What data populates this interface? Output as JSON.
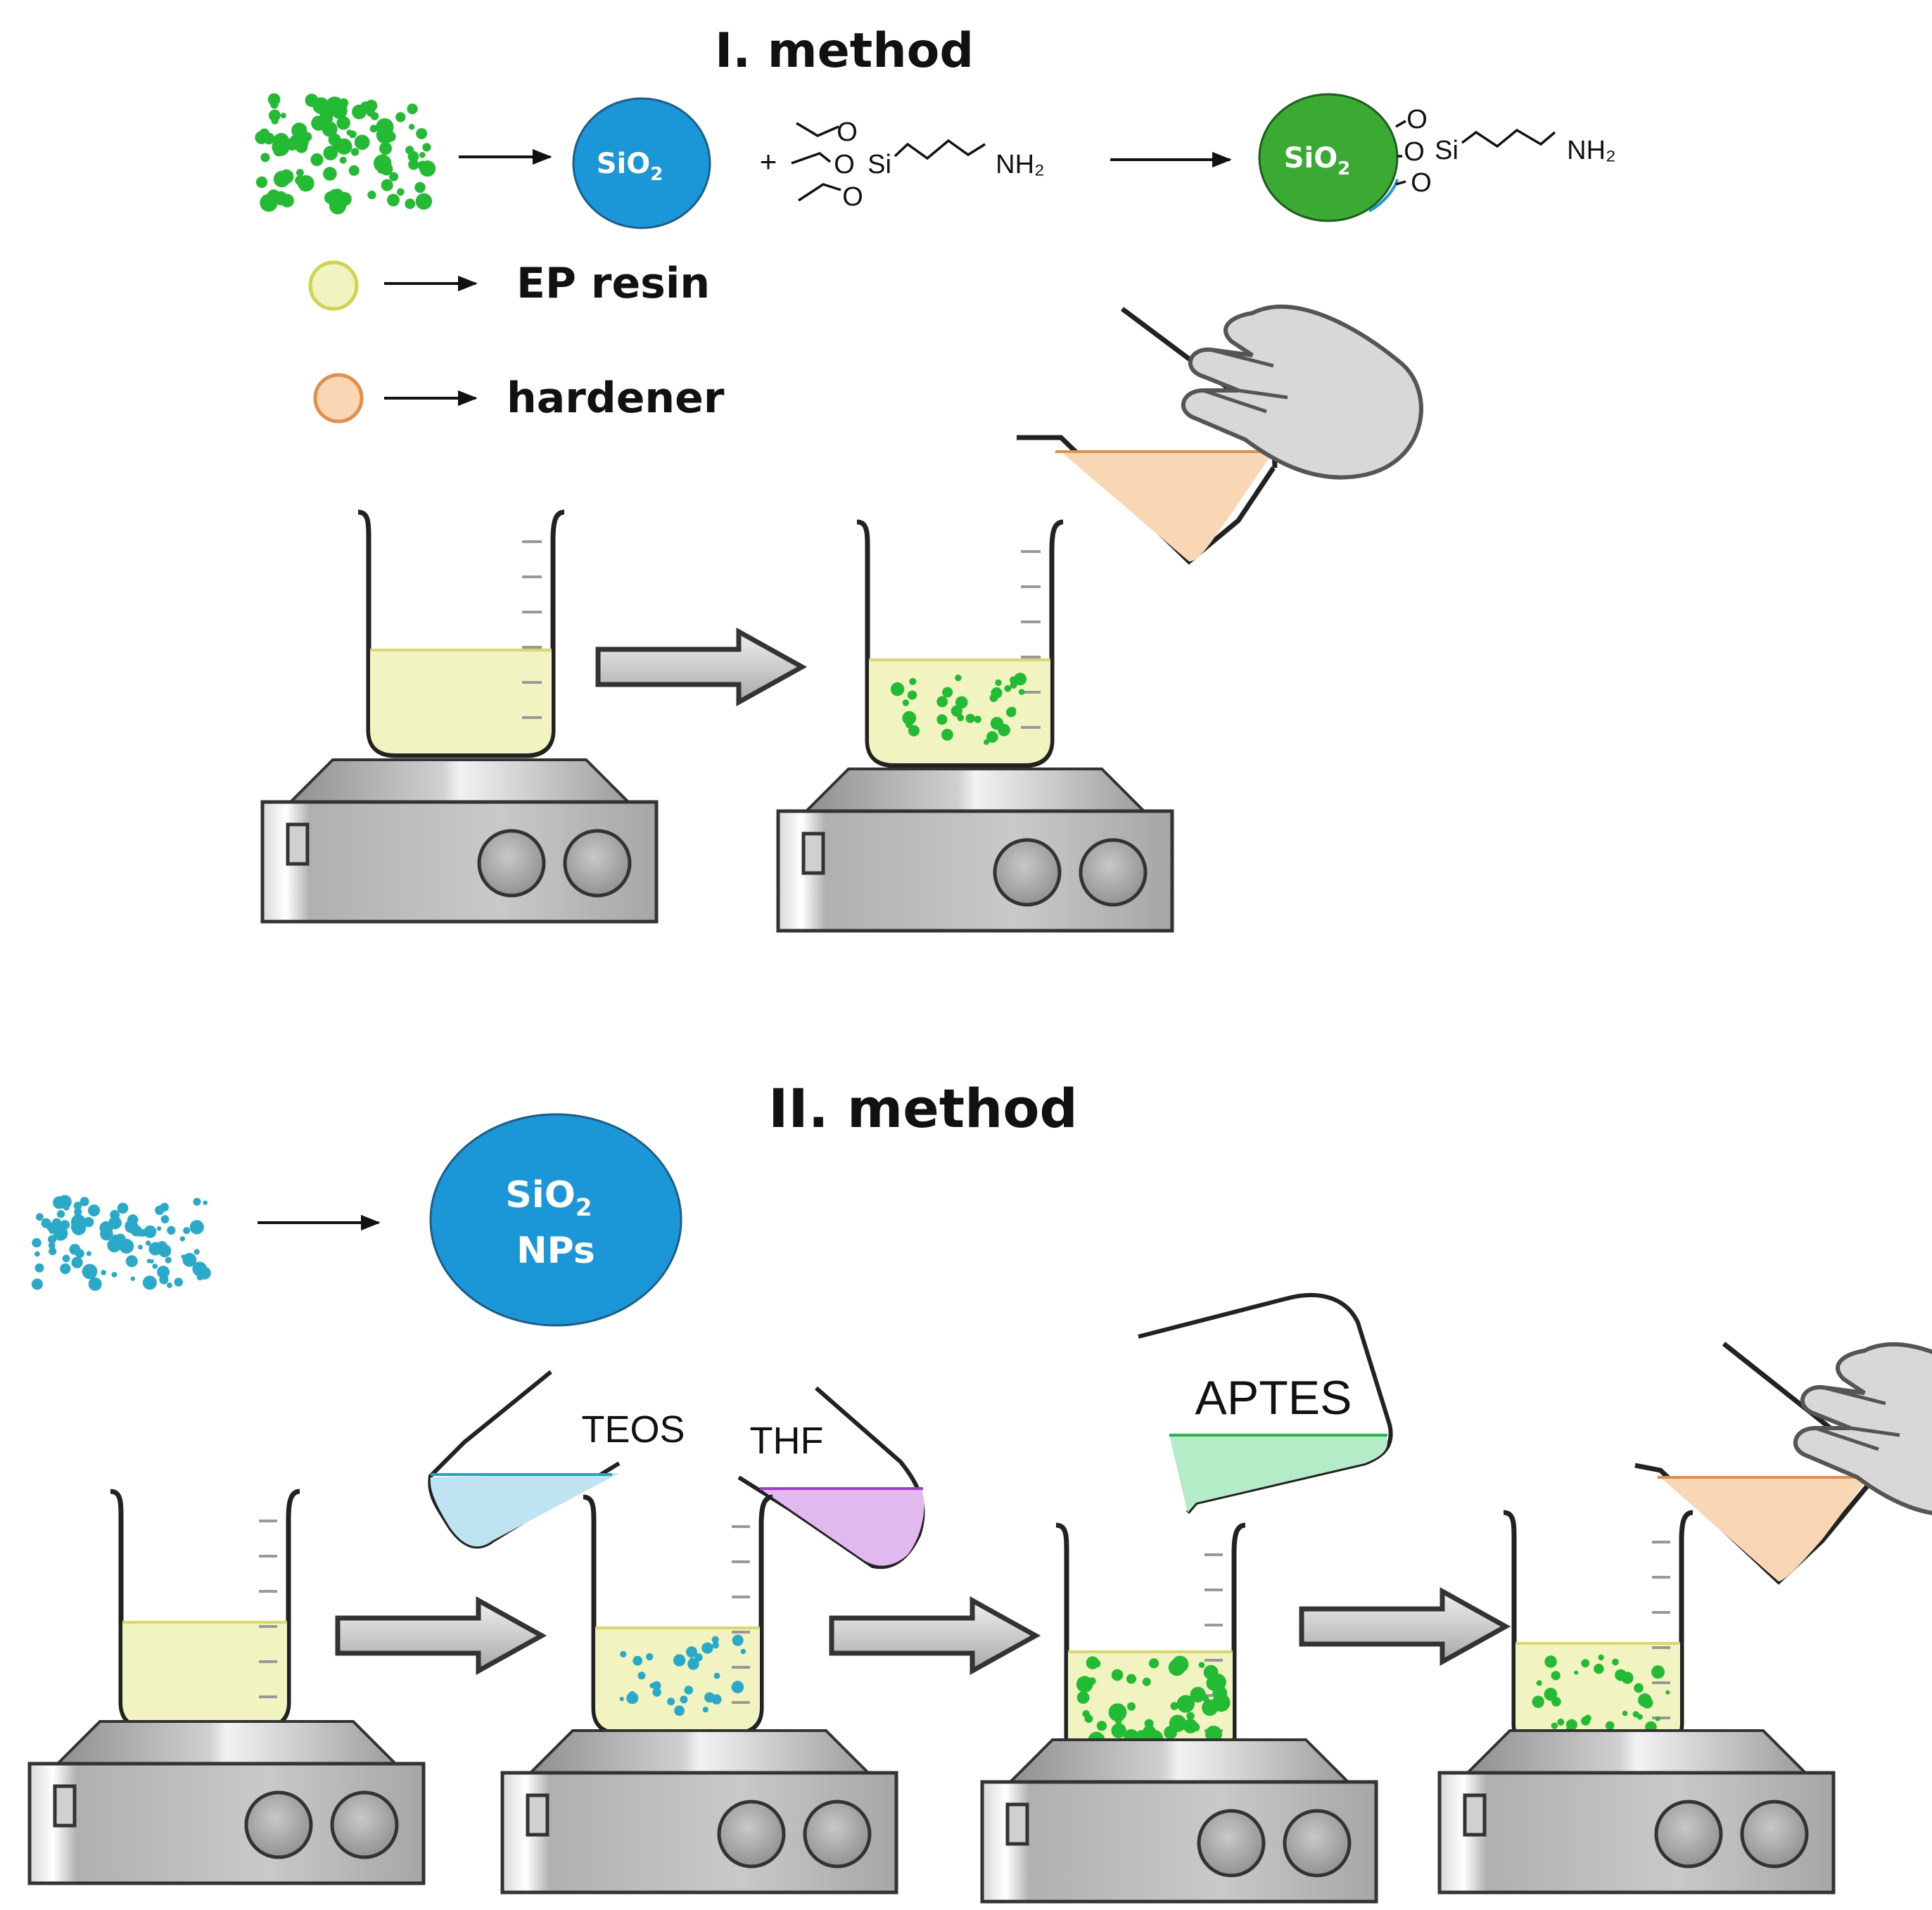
{
  "method1": {
    "title": "I. method",
    "sio2_label": "SiO",
    "sio2_sub": "2",
    "plus": "+",
    "silane_o": "O",
    "silane_si": "Si",
    "silane_nh2": "NH₂",
    "functionalized_label": "SiO",
    "functionalized_sub": "2",
    "legend_resin": "EP resin",
    "legend_hardener": "hardener"
  },
  "method2": {
    "title": "II. method",
    "nps_line1": "SiO",
    "nps_sub": "2",
    "nps_line2": "NPs",
    "teos": "TEOS",
    "thf": "THF",
    "aptes": "APTES"
  },
  "colors": {
    "resin": "#f1f3c0",
    "resin_line": "#d8d96a",
    "hardener": "#f9d6b4",
    "hardener_line": "#e0904a",
    "silica_blue": "#1b97d8",
    "silica_green": "#3aaa35",
    "particle_green": "#22bb33",
    "particle_blue": "#2aa9c9",
    "teos": "#bfe3f0",
    "thf": "#e2b9ef",
    "aptes": "#b4ecc8",
    "stirrer_gray": "#bcbcbc"
  }
}
